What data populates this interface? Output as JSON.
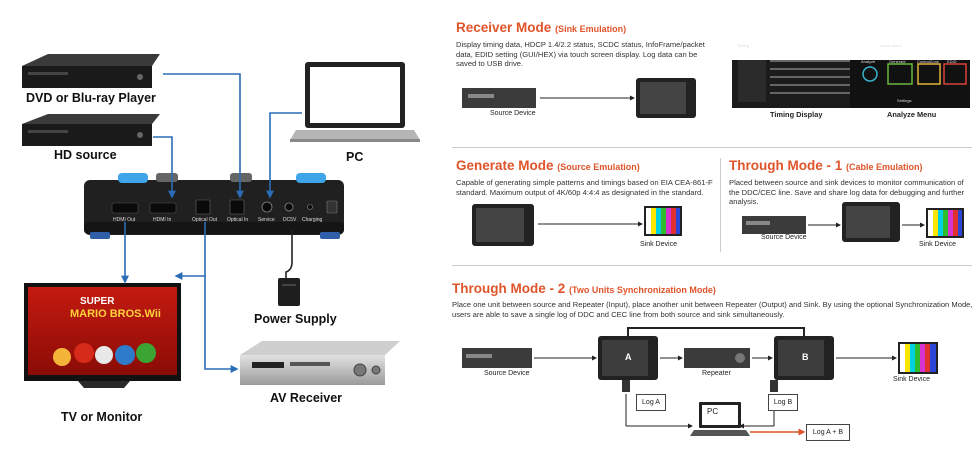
{
  "left_panel": {
    "labels": {
      "dvd": "DVD or Blu-ray Player",
      "hd_source": "HD source",
      "pc": "PC",
      "power_supply": "Power Supply",
      "tv": "TV or Monitor",
      "av_receiver": "AV Receiver"
    },
    "device_ports": [
      "HDMI Out",
      "HDMI In",
      "Optical Out",
      "Optical In",
      "Service",
      "DC5V",
      "Charging"
    ],
    "tv_screen_text": {
      "line1": "SUPER",
      "line2": "MARIO BROS.Wii"
    },
    "arrow_color": "#2a6db5"
  },
  "receiver_mode": {
    "title": "Receiver Mode",
    "subtitle": "(Sink Emulation)",
    "description": "Display timing data, HDCP 1.4/2.2 status, SCDC status, InfoFrame/packet data, EDID setting (GUI/HEX) via touch screen display. Log data can be saved to USB drive.",
    "source_label": "Source Device",
    "timing_caption": "Timing Display",
    "analyze_caption": "Analyze Menu",
    "analyze_menu": {
      "header": "Home Menu",
      "items": [
        "Analyze",
        "Generate",
        "ControlZone",
        "EDID"
      ],
      "footer": "Settings"
    },
    "timing_header": "Timing"
  },
  "generate_mode": {
    "title": "Generate Mode",
    "subtitle": "(Source Emulation)",
    "description": "Capable of generating simple patterns and timings based on EIA CEA-861-F standard. Maximum output of 4K/60p 4:4:4 as designated in the standard.",
    "sink_label": "Sink Device"
  },
  "through_mode_1": {
    "title": "Through Mode - 1",
    "subtitle": "(Cable Emulation)",
    "description": "Placed between source and sink devices to monitor communication of the DDC/CEC line. Save and share log data for debugging and further analysis.",
    "source_label": "Source Device",
    "sink_label": "Sink Device"
  },
  "through_mode_2": {
    "title": "Through Mode - 2",
    "subtitle": "(Two Units Synchronization Mode)",
    "description": "Place one unit between source and Repeater (Input), place another unit between Repeater (Output) and Sink. By using the optional Synchronization Mode, users are able to save a single log of DDC and CEC line from both source and sink simultaneously.",
    "source_label": "Source Device",
    "unit_a": "A",
    "unit_b": "B",
    "repeater_label": "Repeater",
    "sink_label": "Sink Device",
    "log_a": "Log A",
    "log_b": "Log B",
    "pc": "PC",
    "log_ab": "Log A + B"
  },
  "colors": {
    "accent_orange": "#e0542a",
    "blue_arrow": "#2a6db5"
  }
}
